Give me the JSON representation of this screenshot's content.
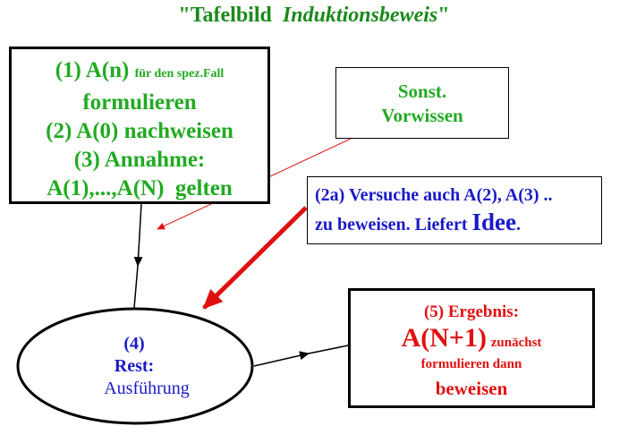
{
  "title": {
    "quote_open": "\"",
    "prefix": "Tafelbild",
    "italic": "Induktionsbeweis",
    "quote_close": "\""
  },
  "box1": {
    "line1_main": "(1) A(n)",
    "line1_small": "für den spez.Fall",
    "line2": "formulieren",
    "line3": "(2) A(0) nachweisen",
    "line4": "(3) Annahme:",
    "line5": "A(1),...,A(N)  gelten"
  },
  "box2": {
    "line1": "Sonst.",
    "line2": "Vorwissen"
  },
  "box3": {
    "line1": "(2a) Versuche auch A(2), A(3) ..",
    "line2_main": "zu beweisen. Liefert",
    "line2_big": "Idee",
    "line2_end": "."
  },
  "ellipse": {
    "line1": "(4)",
    "line2": "Rest:",
    "line3": "Ausführung"
  },
  "box5": {
    "line1": "(5) Ergebnis:",
    "line2_big": "A(N+1)",
    "line2_small": "zunächst",
    "line3": "formulieren dann",
    "line4": "beweisen"
  },
  "colors": {
    "green": "#22aa22",
    "blue": "#1a1ac8",
    "red": "#e01010",
    "black": "#000000"
  }
}
